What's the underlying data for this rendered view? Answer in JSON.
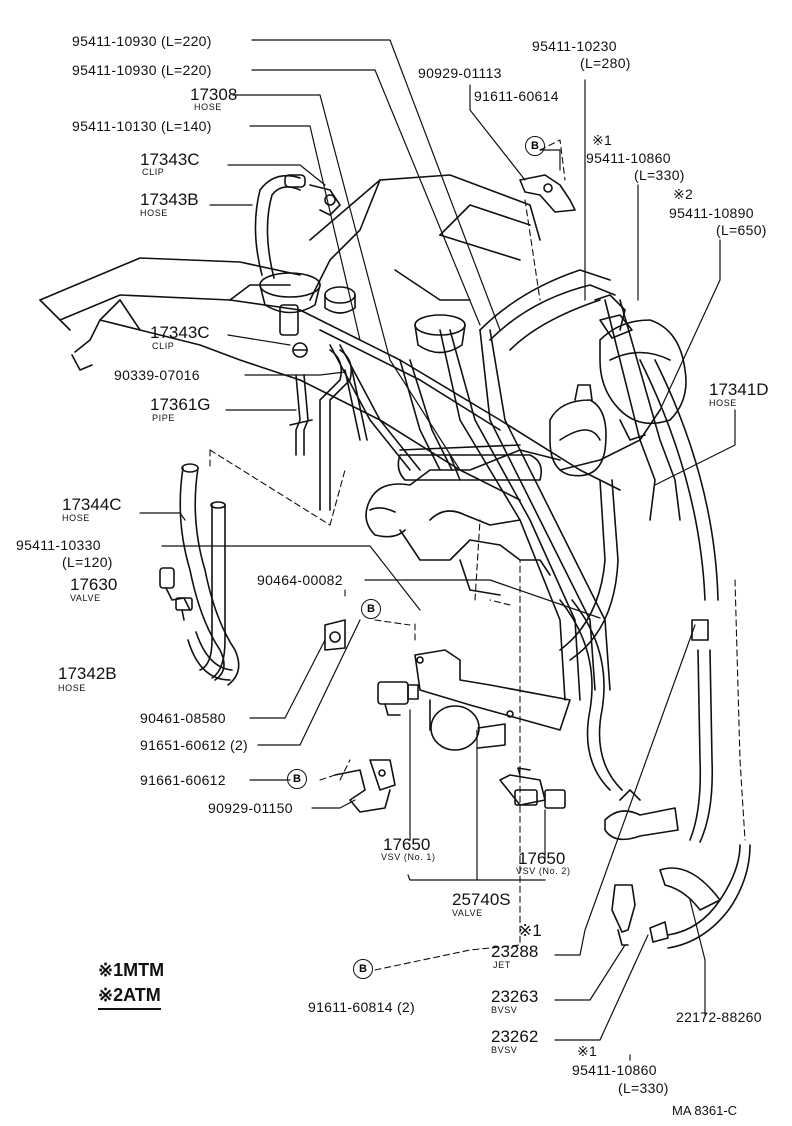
{
  "labels": {
    "p95411_10930_a": "95411-10930 (L=220)",
    "p95411_10930_b": "95411-10930 (L=220)",
    "p17308": "17308",
    "p17308_sub": "HOSE",
    "p95411_10130": "95411-10130 (L=140)",
    "p17343c_a": "17343C",
    "p17343c_a_sub": "CLIP",
    "p17343b": "17343B",
    "p17343b_sub": "HOSE",
    "p17343c_b": "17343C",
    "p17343c_b_sub": "CLIP",
    "p90339": "90339-07016",
    "p17361g": "17361G",
    "p17361g_sub": "PIPE",
    "p17344c": "17344C",
    "p17344c_sub": "HOSE",
    "p95411_10330": "95411-10330",
    "p95411_10330_len": "(L=120)",
    "p17630": "17630",
    "p17630_sub": "VALVE",
    "p17342b": "17342B",
    "p17342b_sub": "HOSE",
    "p90464": "90464-00082",
    "p90461": "90461-08580",
    "p91651": "91651-60612 (2)",
    "p91661": "91661-60612",
    "p90929_01150": "90929-01150",
    "p17650_1": "17650",
    "p17650_1_sub": "VSV (No. 1)",
    "p17650_2": "17650",
    "p17650_2_sub": "VSV (No. 2)",
    "p25740s": "25740S",
    "p25740s_sub": "VALVE",
    "p23288_mark": "※1",
    "p23288": "23288",
    "p23288_sub": "JET",
    "p91611_60814": "91611-60814 (2)",
    "p23263": "23263",
    "p23263_sub": "BVSV",
    "p23262": "23262",
    "p23262_sub": "BVSV",
    "p95411_10860_b_mark": "※1",
    "p95411_10860_b": "95411-10860",
    "p95411_10860_b_len": "(L=330)",
    "p22172": "22172-88260",
    "p95411_10230": "95411-10230",
    "p95411_10230_len": "(L=280)",
    "p90929_01113": "90929-01113",
    "p91611_60614": "91611-60614",
    "p95411_10860_a_mark": "※1",
    "p95411_10860_a": "95411-10860",
    "p95411_10860_a_len": "(L=330)",
    "p95411_10890_mark": "※2",
    "p95411_10890": "95411-10890",
    "p95411_10890_len": "(L=650)",
    "p17341d": "17341D",
    "p17341d_sub": "HOSE"
  },
  "bolt_mark": "B",
  "legend": {
    "line1": "※1MTM",
    "line2": "※2ATM"
  },
  "ref_code": "MA 8361-C"
}
